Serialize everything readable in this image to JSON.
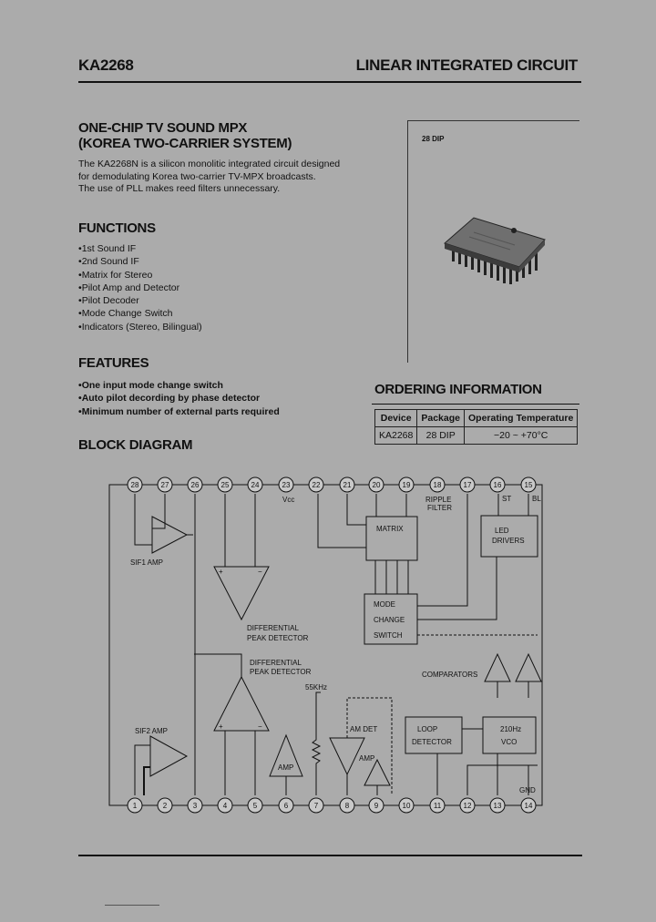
{
  "header": {
    "part": "KA2268",
    "category": "LINEAR INTEGRATED CIRCUIT"
  },
  "title": [
    "ONE-CHIP TV SOUND MPX",
    "(KOREA TWO-CARRIER SYSTEM)"
  ],
  "description": [
    "The KA2268N is a silicon monolitic integrated circuit designed",
    "for demodulating Korea two-carrier TV-MPX broadcasts.",
    "The use of PLL makes reed filters unnecessary."
  ],
  "functions": {
    "heading": "FUNCTIONS",
    "items": [
      "1st Sound IF",
      "2nd Sound IF",
      "Matrix for Stereo",
      "Pilot Amp and Detector",
      "Pilot Decoder",
      "Mode Change Switch",
      "Indicators (Stereo, Bilingual)"
    ]
  },
  "features": {
    "heading": "FEATURES",
    "items": [
      "One input mode change switch",
      "Auto pilot decording by phase detector",
      "Minimum number of external parts required"
    ]
  },
  "package": {
    "label": "28 DIP"
  },
  "ordering": {
    "heading": "ORDERING INFORMATION",
    "columns": [
      "Device",
      "Package",
      "Operating Temperature"
    ],
    "rows": [
      [
        "KA2268",
        "28 DIP",
        "−20 ~ +70°C"
      ]
    ]
  },
  "block_diagram": {
    "heading": "BLOCK DIAGRAM",
    "pins_top": [
      "28",
      "27",
      "26",
      "25",
      "24",
      "23",
      "22",
      "21",
      "20",
      "19",
      "18",
      "17",
      "16",
      "15"
    ],
    "pins_bottom": [
      "1",
      "2",
      "3",
      "4",
      "5",
      "6",
      "7",
      "8",
      "9",
      "10",
      "11",
      "12",
      "13",
      "14"
    ],
    "labels": {
      "vcc": "Vcc",
      "ripple": "RIPPLE",
      "filter": "FILTER",
      "st": "ST",
      "bl": "BL",
      "matrix": "MATRIX",
      "led1": "LED",
      "led2": "DRIVERS",
      "sif1": "SIF1 AMP",
      "diff1a": "DIFFERENTIAL",
      "diff1b": "PEAK DETECTOR",
      "diff2a": "DIFFERENTIAL",
      "diff2b": "PEAK DETECTOR",
      "mode1": "MODE",
      "mode2": "CHANGE",
      "mode3": "SWITCH",
      "comparators": "COMPARATORS",
      "freq": "55KHz",
      "sif2": "SIF2 AMP",
      "amdet": "AM DET",
      "amp_a": "AMP",
      "amp_b": "AMP",
      "loop1": "LOOP",
      "loop2": "DETECTOR",
      "vco1": "210Hz",
      "vco2": "VCO",
      "gnd": "GND"
    }
  }
}
